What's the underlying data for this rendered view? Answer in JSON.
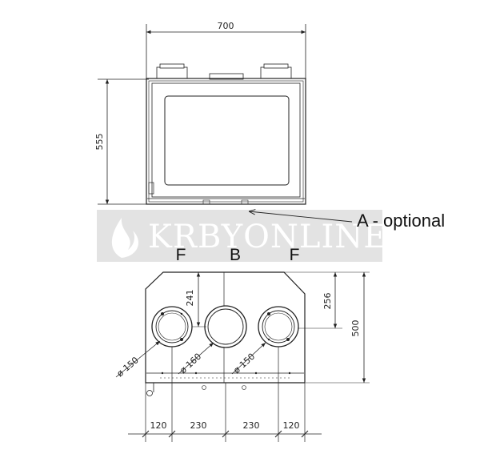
{
  "front_view": {
    "width_label": "700",
    "height_label": "555"
  },
  "annotation": {
    "optional_label": "A - optional"
  },
  "watermark": {
    "text": "KRBYONLINE"
  },
  "top_view": {
    "letter_left": "F",
    "letter_middle": "B",
    "letter_right": "F",
    "depth_label": "500",
    "left_depth_label": "241",
    "right_depth_label": "256",
    "pipe_left_label": "ø 150",
    "pipe_middle_label": "ø 160",
    "pipe_right_label": "ø 150",
    "spacing_labels": [
      "120",
      "230",
      "230",
      "120"
    ]
  },
  "colors": {
    "line": "#222222",
    "watermark_band": "#e3e3e3",
    "glass": "#ffffff"
  }
}
